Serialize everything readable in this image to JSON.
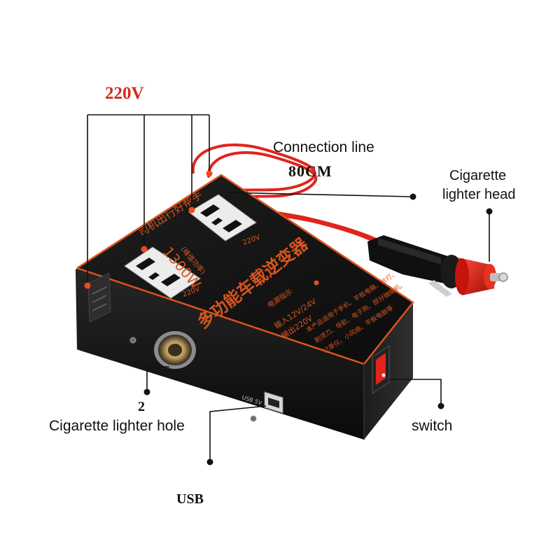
{
  "labels": {
    "voltage": "220V",
    "connection_line": "Connection line",
    "length": "80CM",
    "lighter_head_line1": "Cigarette",
    "lighter_head_line2": "lighter head",
    "hole_count": "2",
    "lighter_hole": "Cigarette lighter hole",
    "switch": "switch",
    "usb": "USB"
  },
  "device": {
    "brand_text": "司机出行好帮手",
    "title": "多功能车载逆变器",
    "power": "1300W",
    "power_note": "(峰值功率)",
    "socket_voltage_left": "220V",
    "socket_voltage_right": "220V",
    "indicator": "电源指示",
    "spec_in": "输入12V/24V",
    "spec_out": "输出220V",
    "usage_1": "本产品适用于手机、平板电脑、台灯、",
    "usage_2": "剃须刀、导航、电子狗、部分抽烟机、",
    "usage_3": "记录仪、小风扇、平板电脑等",
    "usb_port_text": "USB 5V"
  },
  "colors": {
    "accent_red": "#d42a1a",
    "cable_red": "#e0241b",
    "body_black": "#141414",
    "print_orange": "#d9541e"
  }
}
